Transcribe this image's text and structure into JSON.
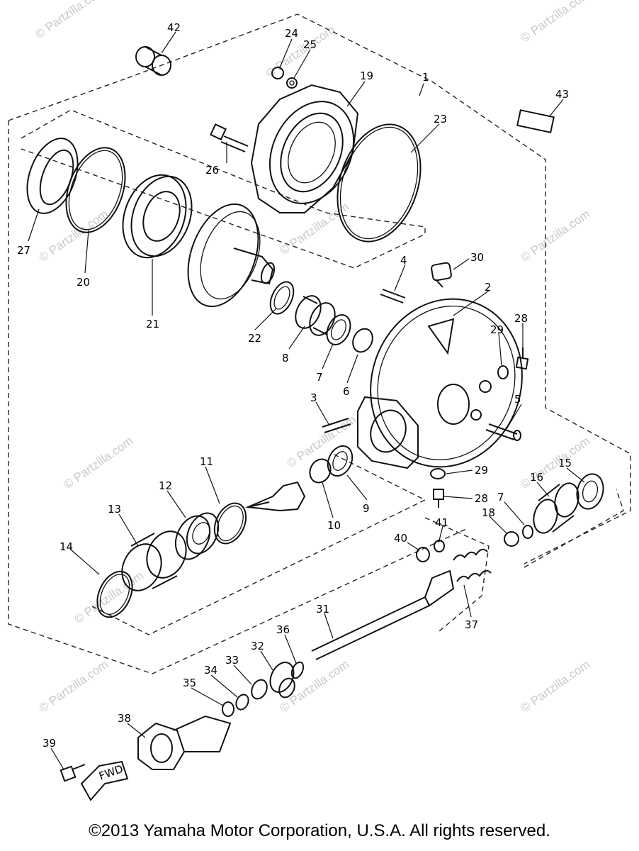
{
  "footer": {
    "copyright": "©2013  Yamaha Motor Corporation, U.S.A. All rights reserved."
  },
  "watermark": {
    "text": "© Partzilla.com",
    "color": "#c9c9c9"
  },
  "fwd_label": "FWD",
  "callouts": [
    {
      "id": "p42",
      "label": "42"
    },
    {
      "id": "p24",
      "label": "24"
    },
    {
      "id": "p25",
      "label": "25"
    },
    {
      "id": "p1",
      "label": "1"
    },
    {
      "id": "p19",
      "label": "19"
    },
    {
      "id": "p43",
      "label": "43"
    },
    {
      "id": "p23",
      "label": "23"
    },
    {
      "id": "p26",
      "label": "26"
    },
    {
      "id": "p27",
      "label": "27"
    },
    {
      "id": "p20",
      "label": "20"
    },
    {
      "id": "p21",
      "label": "21"
    },
    {
      "id": "p30",
      "label": "30"
    },
    {
      "id": "p4",
      "label": "4"
    },
    {
      "id": "p2",
      "label": "2"
    },
    {
      "id": "p22",
      "label": "22"
    },
    {
      "id": "p8",
      "label": "8"
    },
    {
      "id": "p7a",
      "label": "7"
    },
    {
      "id": "p6",
      "label": "6"
    },
    {
      "id": "p28a",
      "label": "28"
    },
    {
      "id": "p29a",
      "label": "29"
    },
    {
      "id": "p3",
      "label": "3"
    },
    {
      "id": "p5",
      "label": "5"
    },
    {
      "id": "p11",
      "label": "11"
    },
    {
      "id": "p12",
      "label": "12"
    },
    {
      "id": "p13",
      "label": "13"
    },
    {
      "id": "p14",
      "label": "14"
    },
    {
      "id": "p10",
      "label": "10"
    },
    {
      "id": "p9",
      "label": "9"
    },
    {
      "id": "p29b",
      "label": "29"
    },
    {
      "id": "p28b",
      "label": "28"
    },
    {
      "id": "p7b",
      "label": "7"
    },
    {
      "id": "p16",
      "label": "16"
    },
    {
      "id": "p15",
      "label": "15"
    },
    {
      "id": "p18",
      "label": "18"
    },
    {
      "id": "p40",
      "label": "40"
    },
    {
      "id": "p41",
      "label": "41"
    },
    {
      "id": "p31",
      "label": "31"
    },
    {
      "id": "p37",
      "label": "37"
    },
    {
      "id": "p36",
      "label": "36"
    },
    {
      "id": "p32",
      "label": "32"
    },
    {
      "id": "p33",
      "label": "33"
    },
    {
      "id": "p34",
      "label": "34"
    },
    {
      "id": "p35",
      "label": "35"
    },
    {
      "id": "p38",
      "label": "38"
    },
    {
      "id": "p39",
      "label": "39"
    }
  ]
}
